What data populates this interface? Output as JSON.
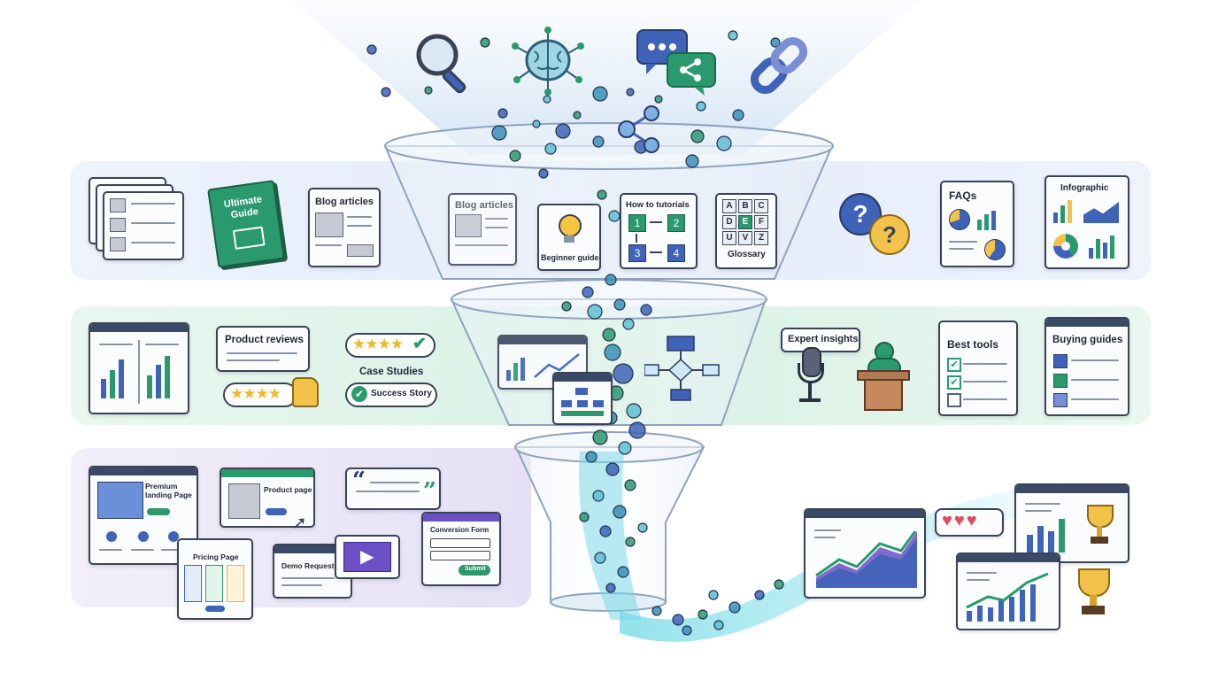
{
  "top_icons": [
    "magnifier-icon",
    "brain-network-icon",
    "chat-share-icon",
    "link-chain-icon"
  ],
  "awareness": {
    "book_title": "Ultimate Guide",
    "blog_left": "Blog articles",
    "funnel_blog": "Blog articles",
    "beginner": "Beginner guide",
    "tutorials": "How to tutorials",
    "tutorial_steps": [
      "1",
      "2",
      "3",
      "4"
    ],
    "glossary": "Glossary",
    "glossary_letters": [
      "A",
      "B",
      "C",
      "D",
      "E",
      "F",
      "U",
      "V",
      "Z"
    ],
    "question_marks": [
      "?",
      "?"
    ],
    "faqs": "FAQs",
    "infographic": "Infographic"
  },
  "consideration": {
    "product_reviews": "Product reviews",
    "case_studies": "Case Studies",
    "success_story": "Success Story",
    "expert_insights": "Expert insights",
    "best_tools": "Best tools",
    "buying_guides": "Buying guides"
  },
  "conversion": {
    "premium_landing": "Premium landing Page",
    "product_page": "Product page",
    "pricing_page": "Pricing Page",
    "demo_request": "Demo Request",
    "conversion_form": "Conversion Form",
    "submit": "Submit",
    "quote_open": "“",
    "quote_close": "”"
  },
  "colors": {
    "awareness_band": "#e6eefb",
    "consideration_band": "#e2f4ec",
    "conversion_band": "#ebe6f7",
    "accent_green": "#2a9a6e",
    "accent_blue": "#3e63b8",
    "accent_teal": "#3fc4d6"
  }
}
